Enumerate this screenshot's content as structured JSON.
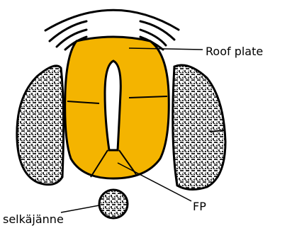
{
  "diagram": {
    "labels": {
      "roof_plate": "Roof plate",
      "floor_plate": "FP",
      "notochord": "selkäjänne"
    },
    "colors": {
      "neural_tube_fill": "#f4b400",
      "outline": "#000000",
      "somite_fill": "#3a3a3a",
      "background": "#ffffff"
    }
  }
}
